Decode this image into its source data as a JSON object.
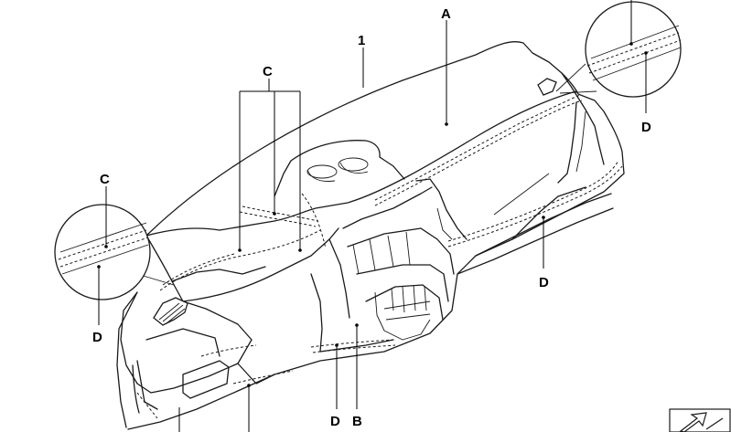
{
  "labels": {
    "part_1": "1",
    "A": "A",
    "C_top": "C",
    "C_left": "C",
    "D_right_top": "D",
    "D_right_mid": "D",
    "D_left": "D",
    "D_bottom": "D",
    "B": "B"
  },
  "colors": {
    "line": "#1a1a1a",
    "background": "#ffffff"
  },
  "icons": {
    "corner_symbol": "arrow-up-left-icon"
  }
}
